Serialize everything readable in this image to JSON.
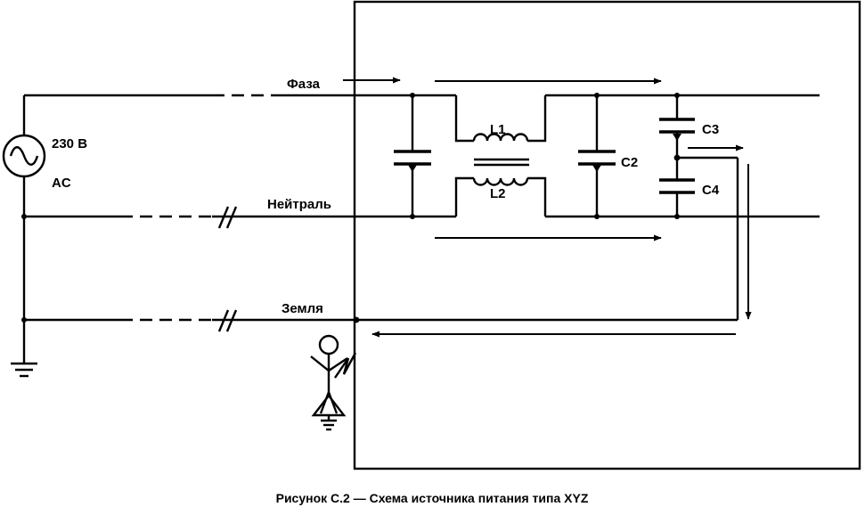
{
  "labels": {
    "phase": "Фаза",
    "neutral": "Нейтраль",
    "earth": "Земля",
    "voltage": "230 В",
    "ac": "AC",
    "l1": "L1",
    "l2": "L2",
    "c2": "C2",
    "c3": "C3",
    "c4": "C4"
  },
  "caption": "Рисунок С.2 — Схема источника питания типа XYZ",
  "colors": {
    "ink": "#000000",
    "background": "#ffffff"
  }
}
